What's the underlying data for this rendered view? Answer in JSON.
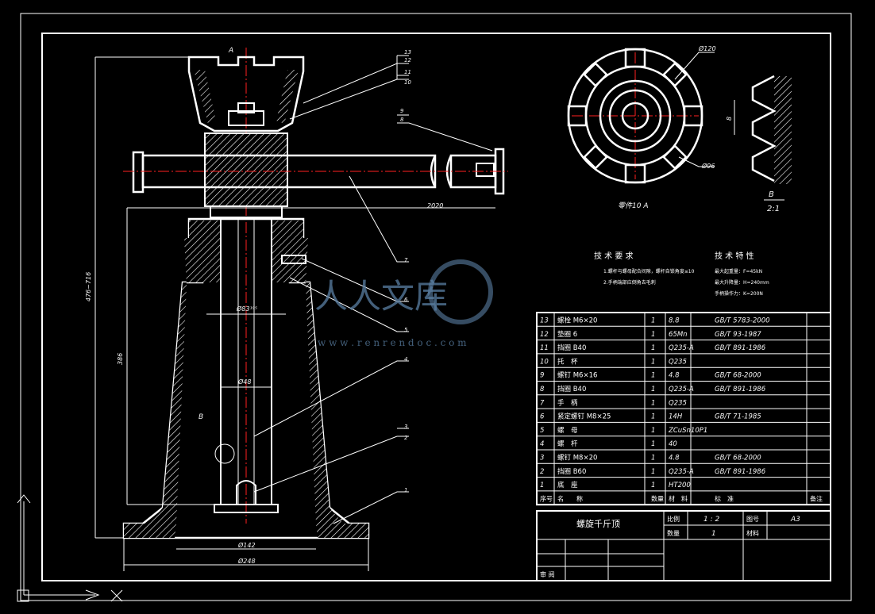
{
  "drawing": {
    "view_label_A": "A",
    "part_view_label": "零件10 A",
    "detail_label": "B",
    "detail_scale": "2:1",
    "circle_label_B": "B",
    "dims": {
      "handle_length": "2020",
      "bore_dia": "Ø83¹⁹⁵",
      "screw_dia": "Ø48",
      "base_inner_dia": "Ø142",
      "base_outer_dia": "Ø248",
      "height_total": "476~716",
      "height_mid": "386",
      "part_outer_dia": "Ø120",
      "part_inner_dia": "Ø96",
      "thread_dim": "8"
    },
    "leaders": [
      "13",
      "12",
      "11",
      "10",
      "9",
      "8",
      "7",
      "6",
      "5",
      "4",
      "3",
      "2",
      "1"
    ]
  },
  "tech_requirements": {
    "title": "技 术 要 求",
    "lines": [
      "1.螺杆与螺母配合间隙，螺杆自锁角度≤10",
      "2.手柄端部应倒角去毛刺"
    ]
  },
  "tech_specs": {
    "title": "技 术 特 性",
    "lines": [
      "最大起重量：F=45kN",
      "最大升降量：H=240mm",
      "手柄操作力：K=200N"
    ]
  },
  "bom": {
    "rows": [
      {
        "no": "13",
        "name": "螺栓 M6×20",
        "qty": "1",
        "material": "8.8",
        "standard": "GB/T 5783-2000",
        "note": ""
      },
      {
        "no": "12",
        "name": "垫圈 6",
        "qty": "1",
        "material": "65Mn",
        "standard": "GB/T 93-1987",
        "note": ""
      },
      {
        "no": "11",
        "name": "挡圈 B40",
        "qty": "1",
        "material": "Q235-A",
        "standard": "GB/T 891-1986",
        "note": ""
      },
      {
        "no": "10",
        "name": "托　杯",
        "qty": "1",
        "material": "Q235",
        "standard": "",
        "note": ""
      },
      {
        "no": "9",
        "name": "螺钉 M6×16",
        "qty": "1",
        "material": "4.8",
        "standard": "GB/T 68-2000",
        "note": ""
      },
      {
        "no": "8",
        "name": "挡圈 B40",
        "qty": "1",
        "material": "Q235-A",
        "standard": "GB/T 891-1986",
        "note": ""
      },
      {
        "no": "7",
        "name": "手　柄",
        "qty": "1",
        "material": "Q235",
        "standard": "",
        "note": ""
      },
      {
        "no": "6",
        "name": "紧定螺钉 M8×25",
        "qty": "1",
        "material": "14H",
        "standard": "GB/T 71-1985",
        "note": ""
      },
      {
        "no": "5",
        "name": "螺　母",
        "qty": "1",
        "material": "ZCuSn10P1",
        "standard": "",
        "note": ""
      },
      {
        "no": "4",
        "name": "螺　杆",
        "qty": "1",
        "material": "40",
        "standard": "",
        "note": ""
      },
      {
        "no": "3",
        "name": "螺钉 M8×20",
        "qty": "1",
        "material": "4.8",
        "standard": "GB/T 68-2000",
        "note": ""
      },
      {
        "no": "2",
        "name": "挡圈 B60",
        "qty": "1",
        "material": "Q235-A",
        "standard": "GB/T 891-1986",
        "note": ""
      },
      {
        "no": "1",
        "name": "底　座",
        "qty": "1",
        "material": "HT200",
        "standard": "",
        "note": ""
      }
    ],
    "header": {
      "no": "序号",
      "name": "名　　称",
      "qty": "数量",
      "material": "材　料",
      "standard": "标　准",
      "note": "备注"
    }
  },
  "title_block": {
    "drawing_name": "螺旋千斤顶",
    "scale_label": "比例",
    "scale_value": "1 : 2",
    "drawing_no_label": "图号",
    "drawing_no_value": "A3",
    "qty_label": "数量",
    "qty_value": "1",
    "material_label": "材料",
    "reviewer_label": "审 阅"
  },
  "watermark": {
    "text": "人人文库",
    "url": "w w w . r e n r e n d o c . c o m"
  },
  "colors": {
    "line": "#ffffff",
    "centerline": "#ff2020",
    "background": "#000000"
  }
}
